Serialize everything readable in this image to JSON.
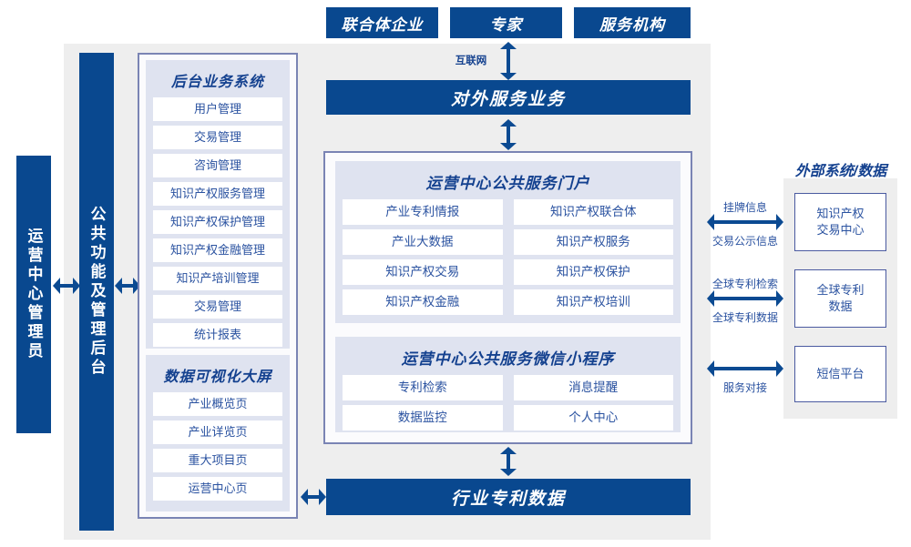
{
  "top_actors": [
    {
      "label": "联合体企业"
    },
    {
      "label": "专家"
    },
    {
      "label": "服务机构"
    }
  ],
  "internet_label": "互联网",
  "external_service_bar": "对外服务业务",
  "industry_patent_bar": "行业专利数据",
  "left_actor": "运营中心管理员",
  "common_backend": "公共功能及管理后台",
  "backend_group": {
    "title": "后台业务系统",
    "items": [
      "用户管理",
      "交易管理",
      "咨询管理",
      "知识产权服务管理",
      "知识产权保护管理",
      "知识产权金融管理",
      "知识产培训管理",
      "交易管理",
      "统计报表"
    ]
  },
  "visual_group": {
    "title": "数据可视化大屏",
    "items": [
      "产业概览页",
      "产业详览页",
      "重大项目页",
      "运营中心页"
    ]
  },
  "portal_group": {
    "title": "运营中心公共服务门户",
    "items": [
      "产业专利情报",
      "知识产权联合体",
      "产业大数据",
      "知识产权服务",
      "知识产权交易",
      "知识产权保护",
      "知识产权金融",
      "知识产权培训"
    ]
  },
  "miniprogram_group": {
    "title": "运营中心公共服务微信小程序",
    "items": [
      "专利检索",
      "消息提醒",
      "数据监控",
      "个人中心"
    ]
  },
  "external": {
    "title": "外部系统/数据",
    "systems": [
      {
        "label": "知识产权\n交易中心"
      },
      {
        "label": "全球专利\n数据"
      },
      {
        "label": "短信平台"
      }
    ],
    "connectors": [
      {
        "top": "挂牌信息",
        "bottom": "交易公示信息"
      },
      {
        "top": "全球专利检索",
        "bottom": "全球专利数据"
      },
      {
        "top": "",
        "bottom": "服务对接"
      }
    ]
  },
  "colors": {
    "brand_blue": "#09488f",
    "arrow_blue": "#0b4a92",
    "panel_border": "#7a84b4",
    "group_bg": "#dfe3f0",
    "frame_bg": "#eeeeee",
    "text_blue": "#2a52a0"
  }
}
